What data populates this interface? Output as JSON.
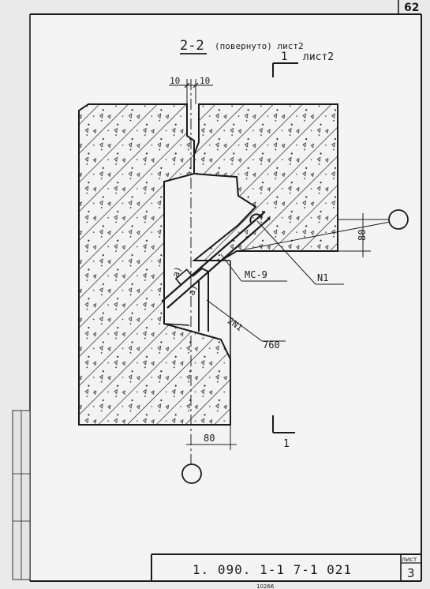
{
  "sheet": {
    "page_number": "62",
    "title_block": {
      "code": "1. 090. 1-1  7-1  021",
      "sheet_label": "лист",
      "sheet_number": "3"
    },
    "bottom_stamp": "10266"
  },
  "drawing": {
    "section_title": "2-2",
    "section_subtitle": "(повернуто) лист2",
    "ref_top_number": "1",
    "ref_top_sheet": "лист2",
    "ref_bottom_number": "1",
    "dim_top_left": "10",
    "dim_top_right": "10",
    "dim_right_vertical": "80",
    "dim_bottom": "80",
    "label_mc": "МС-9",
    "label_n1": "N1",
    "label_2n1": "2N1",
    "label_760": "760",
    "weld_upper": "a)",
    "weld_lower": "a)"
  }
}
